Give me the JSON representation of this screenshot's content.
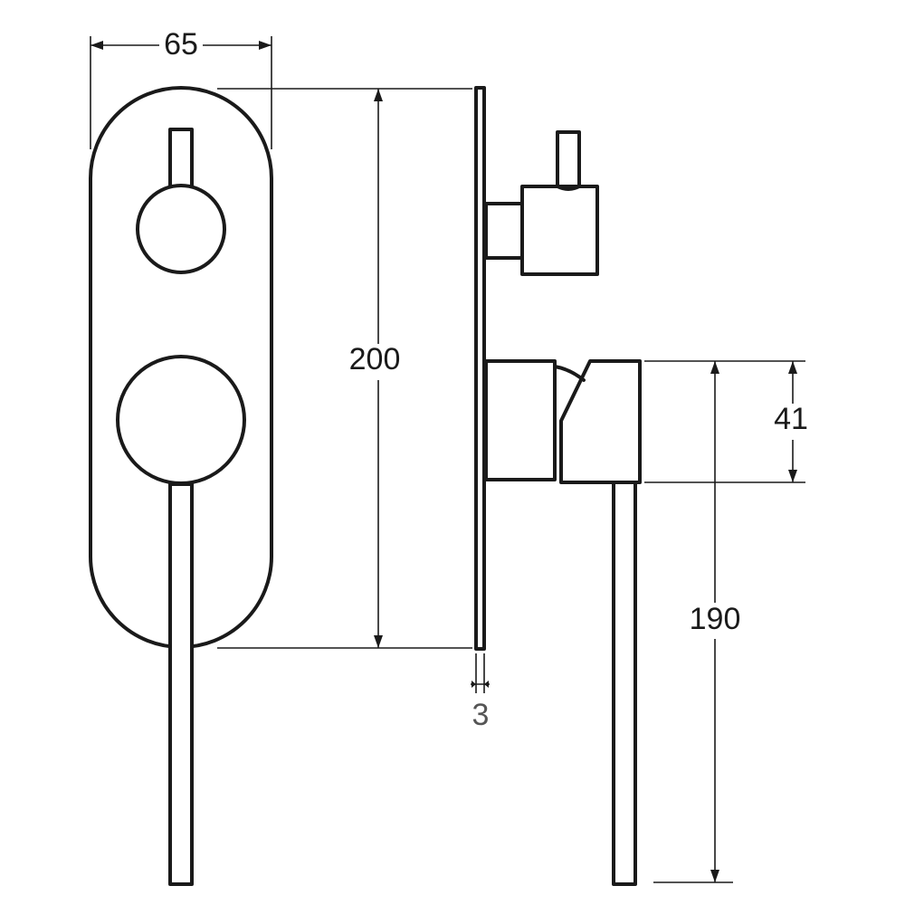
{
  "dimensions": {
    "width": "65",
    "height": "200",
    "plate_thickness": "3",
    "lever_drop": "190",
    "body_height": "41"
  },
  "colors": {
    "line": "#1a1a1a",
    "grey_text": "#555555",
    "background": "#ffffff"
  }
}
